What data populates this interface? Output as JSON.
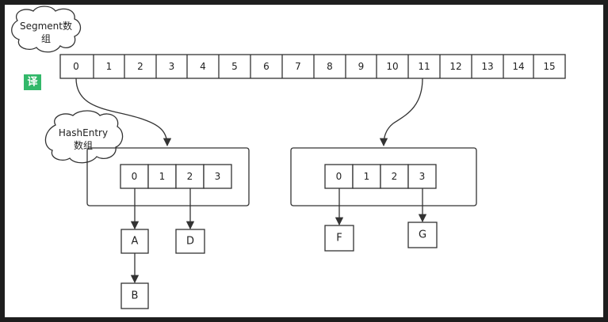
{
  "segment_cloud": {
    "line1": "Segment数",
    "line2": "组"
  },
  "hashentry_cloud": {
    "line1": "HashEntry",
    "line2": "数组"
  },
  "translate_badge": "译",
  "segment_array": [
    "0",
    "1",
    "2",
    "3",
    "4",
    "5",
    "6",
    "7",
    "8",
    "9",
    "10",
    "11",
    "12",
    "13",
    "14",
    "15"
  ],
  "left_table": {
    "cells": [
      "0",
      "1",
      "2",
      "3"
    ],
    "chain_0": [
      "A",
      "B"
    ],
    "chain_2": [
      "D"
    ]
  },
  "right_table": {
    "cells": [
      "0",
      "1",
      "2",
      "3"
    ],
    "chain_0": [
      "F"
    ],
    "chain_3": [
      "G"
    ]
  }
}
